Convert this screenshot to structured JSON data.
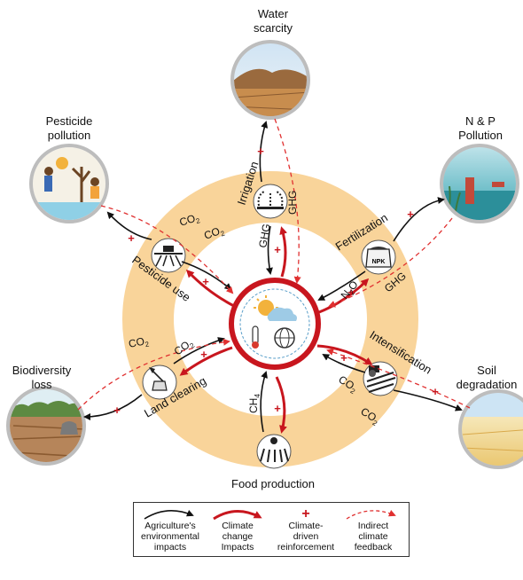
{
  "outer_labels": {
    "water": [
      "Water",
      "scarcity"
    ],
    "pesticide": [
      "Pesticide",
      "pollution"
    ],
    "np": [
      "N & P",
      "Pollution"
    ],
    "biodiversity": [
      "Biodiversity",
      "loss"
    ],
    "soil": [
      "Soil",
      "degradation"
    ]
  },
  "ring_labels": {
    "irrigation": "Irrigation",
    "fertilization": "Fertilization",
    "pesticide_use": "Pesticide use",
    "land_clearing": "Land clearing",
    "intensification": "Intensification",
    "food_production": "Food production"
  },
  "gas_labels": {
    "co2": "CO",
    "co2_sub": "2",
    "ghg": "GHG",
    "n2o": "N",
    "n2o_sub": "2",
    "n2o_tail": "O",
    "ch4": "CH",
    "ch4_sub": "4"
  },
  "bag_text": "NPK",
  "plus": "+",
  "legend": [
    [
      "Agriculture's",
      "environmental",
      "impacts"
    ],
    [
      "Climate",
      "change",
      "Impacts"
    ],
    [
      "Climate-",
      "driven",
      "reinforcement"
    ],
    [
      "Indirect",
      "climate",
      "feedback"
    ]
  ],
  "colors": {
    "ring": "#f9d49a",
    "core_red": "#c8161e",
    "arrow_black": "#111111",
    "dashed_red": "#e03030"
  }
}
